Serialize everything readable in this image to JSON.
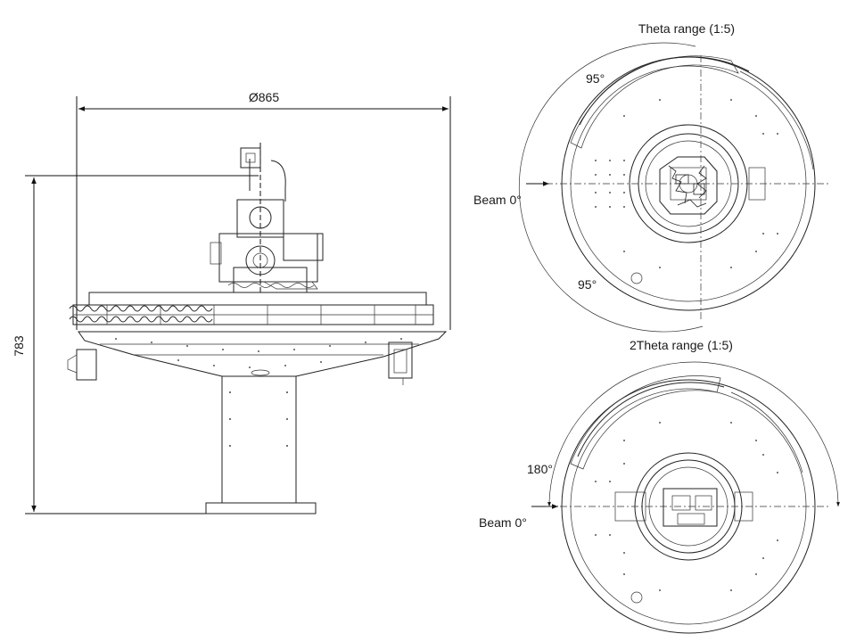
{
  "side_view": {
    "diameter_label": "Ø865",
    "height_label": "783"
  },
  "theta_view": {
    "title": "Theta range (1:5)",
    "angle_top": "95°",
    "angle_bottom": "95°",
    "beam_label": "Beam 0°"
  },
  "two_theta_view": {
    "title": "2Theta range (1:5)",
    "angle": "180°",
    "beam_label": "Beam 0°"
  }
}
